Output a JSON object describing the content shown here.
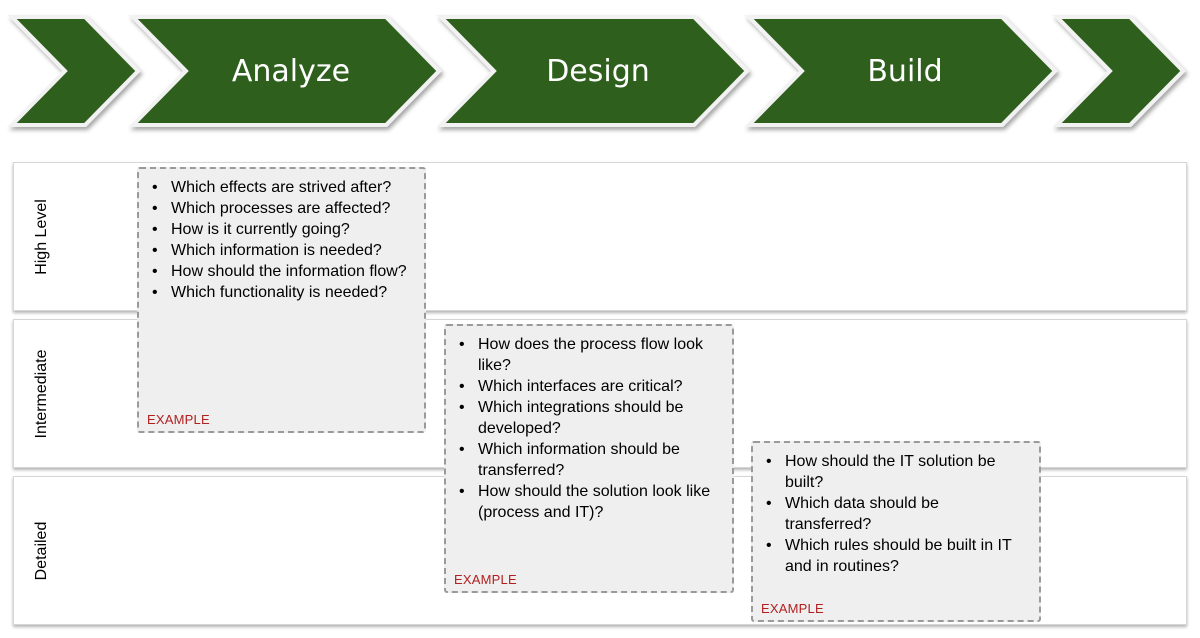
{
  "colors": {
    "chevron_fill": "#2e5e1e",
    "band_border": "#d6d6d6",
    "box_fill": "#efefef",
    "box_border": "#9a9a9a",
    "example_text": "#b21f1f"
  },
  "phases": [
    {
      "label": ""
    },
    {
      "label": "Analyze"
    },
    {
      "label": "Design"
    },
    {
      "label": "Build"
    },
    {
      "label": ""
    }
  ],
  "levels": [
    {
      "label": "High Level"
    },
    {
      "label": "Intermediate"
    },
    {
      "label": "Detailed"
    }
  ],
  "boxes": [
    {
      "phase": "Analyze",
      "questions": [
        "Which effects are strived after?",
        "Which processes are affected?",
        "How is it currently going?",
        "Which information is needed?",
        "How should the information flow?",
        "Which functionality is needed?"
      ],
      "tag": "EXAMPLE"
    },
    {
      "phase": "Design",
      "questions": [
        "How does the process flow look like?",
        "Which interfaces are critical?",
        "Which integrations should be developed?",
        "Which information should be transferred?",
        "How should the solution look like (process and IT)?"
      ],
      "tag": "EXAMPLE"
    },
    {
      "phase": "Build",
      "questions": [
        "How should the IT solution be built?",
        "Which data should be transferred?",
        "Which rules should be built in IT and in routines?"
      ],
      "tag": "EXAMPLE"
    }
  ]
}
